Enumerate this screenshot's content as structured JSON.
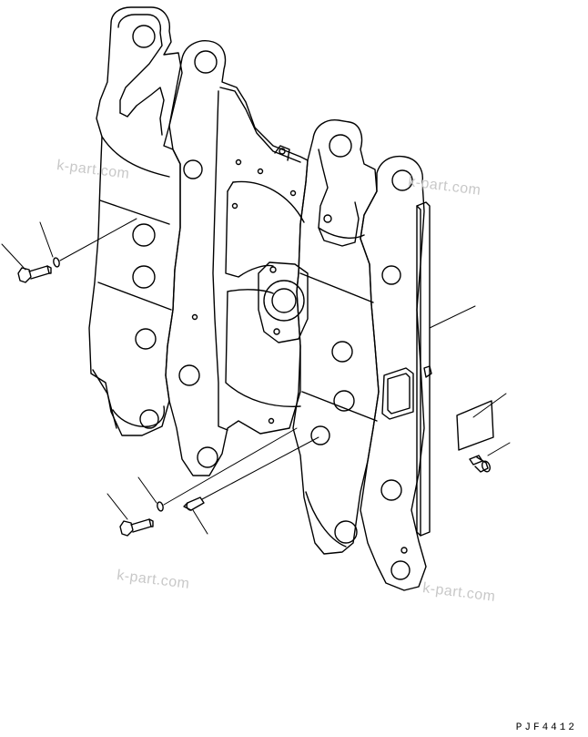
{
  "drawing": {
    "code": "PJF4412",
    "watermarks": [
      "k-part.com",
      "k-part.com",
      "k-part.com",
      "k-part.com"
    ]
  },
  "colors": {
    "line": "#000000",
    "background": "#ffffff",
    "watermark": "#c8c8c8"
  }
}
